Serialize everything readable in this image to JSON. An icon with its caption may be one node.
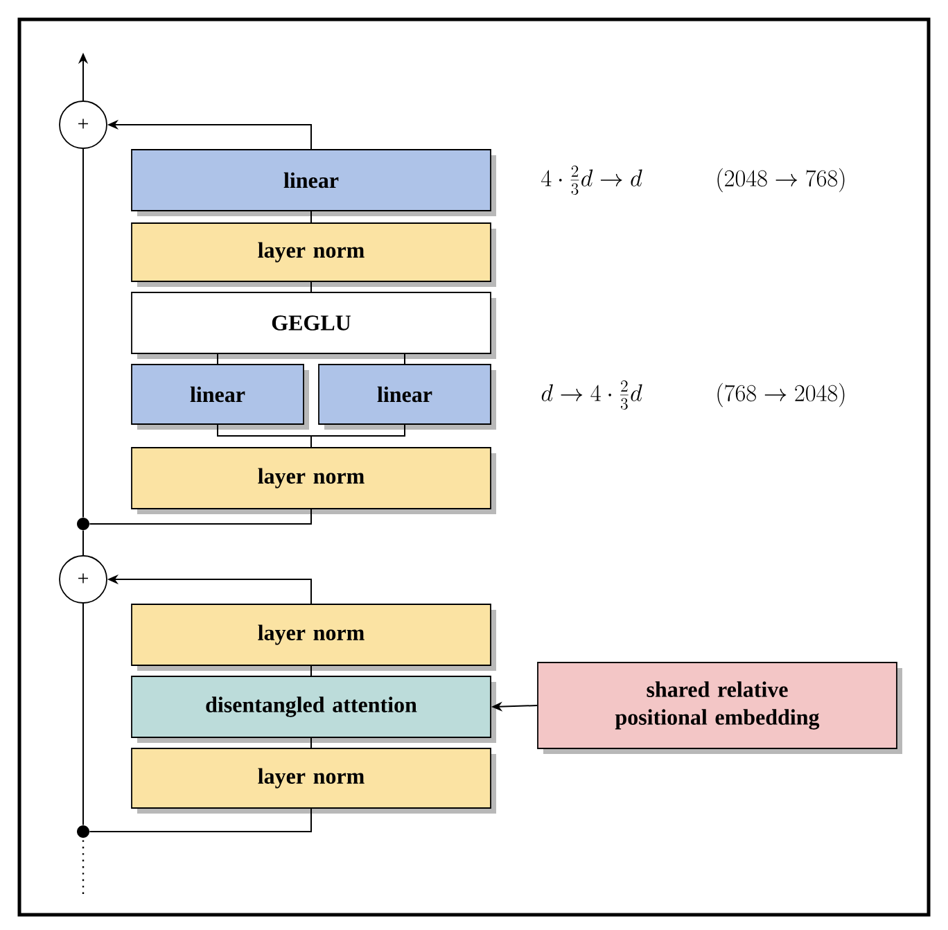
{
  "diagram": {
    "nodes": [
      {
        "text": [
          "+"
        ]
      },
      {
        "text": [
          "linear"
        ]
      },
      {
        "text": [
          "layer norm"
        ]
      },
      {
        "text": [
          "GEGLU"
        ]
      },
      {
        "text": [
          "linear"
        ]
      },
      {
        "text": [
          "linear"
        ]
      },
      {
        "text": [
          "layer norm"
        ]
      },
      {
        "text": [],
        "shape": "circle"
      },
      {
        "text": [
          "+"
        ]
      },
      {
        "text": [
          "layer norm"
        ]
      },
      {
        "text": [
          "disentangled attention"
        ]
      },
      {
        "text": [
          "layer norm"
        ]
      },
      {
        "text": [],
        "shape": "circle"
      },
      {
        "text": [
          "shared relative positional embedding"
        ]
      }
    ],
    "edges": [
      {
        "from": 12,
        "to": 8,
        "arrow": "none"
      },
      {
        "from": 12,
        "to": 11,
        "arrow": "none"
      },
      {
        "from": 11,
        "to": 10,
        "arrow": "none"
      },
      {
        "from": 10,
        "to": 9,
        "arrow": "none"
      },
      {
        "from": 9,
        "to": 8,
        "arrow": "to"
      },
      {
        "from": 13,
        "to": 10,
        "arrow": "to"
      },
      {
        "from": 8,
        "to": 7,
        "arrow": "none"
      },
      {
        "from": 7,
        "to": 6,
        "arrow": "none"
      },
      {
        "from": 6,
        "to": 4,
        "arrow": "none"
      },
      {
        "from": 6,
        "to": 5,
        "arrow": "none"
      },
      {
        "from": 4,
        "to": 3,
        "arrow": "none"
      },
      {
        "from": 5,
        "to": 3,
        "arrow": "none"
      },
      {
        "from": 3,
        "to": 2,
        "arrow": "none"
      },
      {
        "from": 2,
        "to": 1,
        "arrow": "none"
      },
      {
        "from": 1,
        "to": 0,
        "arrow": "to"
      },
      {
        "from": 7,
        "to": 0,
        "arrow": "none"
      },
      {
        "from": 0,
        "to": null,
        "arrow": "to"
      },
      {
        "from": null,
        "to": 12,
        "arrow": "none",
        "style": "dashed"
      }
    ],
    "labels": [
      "4 \\cdot \\frac{2}{3}d \\to d",
      "(2048 \\to 768)",
      "d \\to 4 \\cdot \\frac{2}{3}d",
      "(768 \\to 2048)"
    ]
  }
}
